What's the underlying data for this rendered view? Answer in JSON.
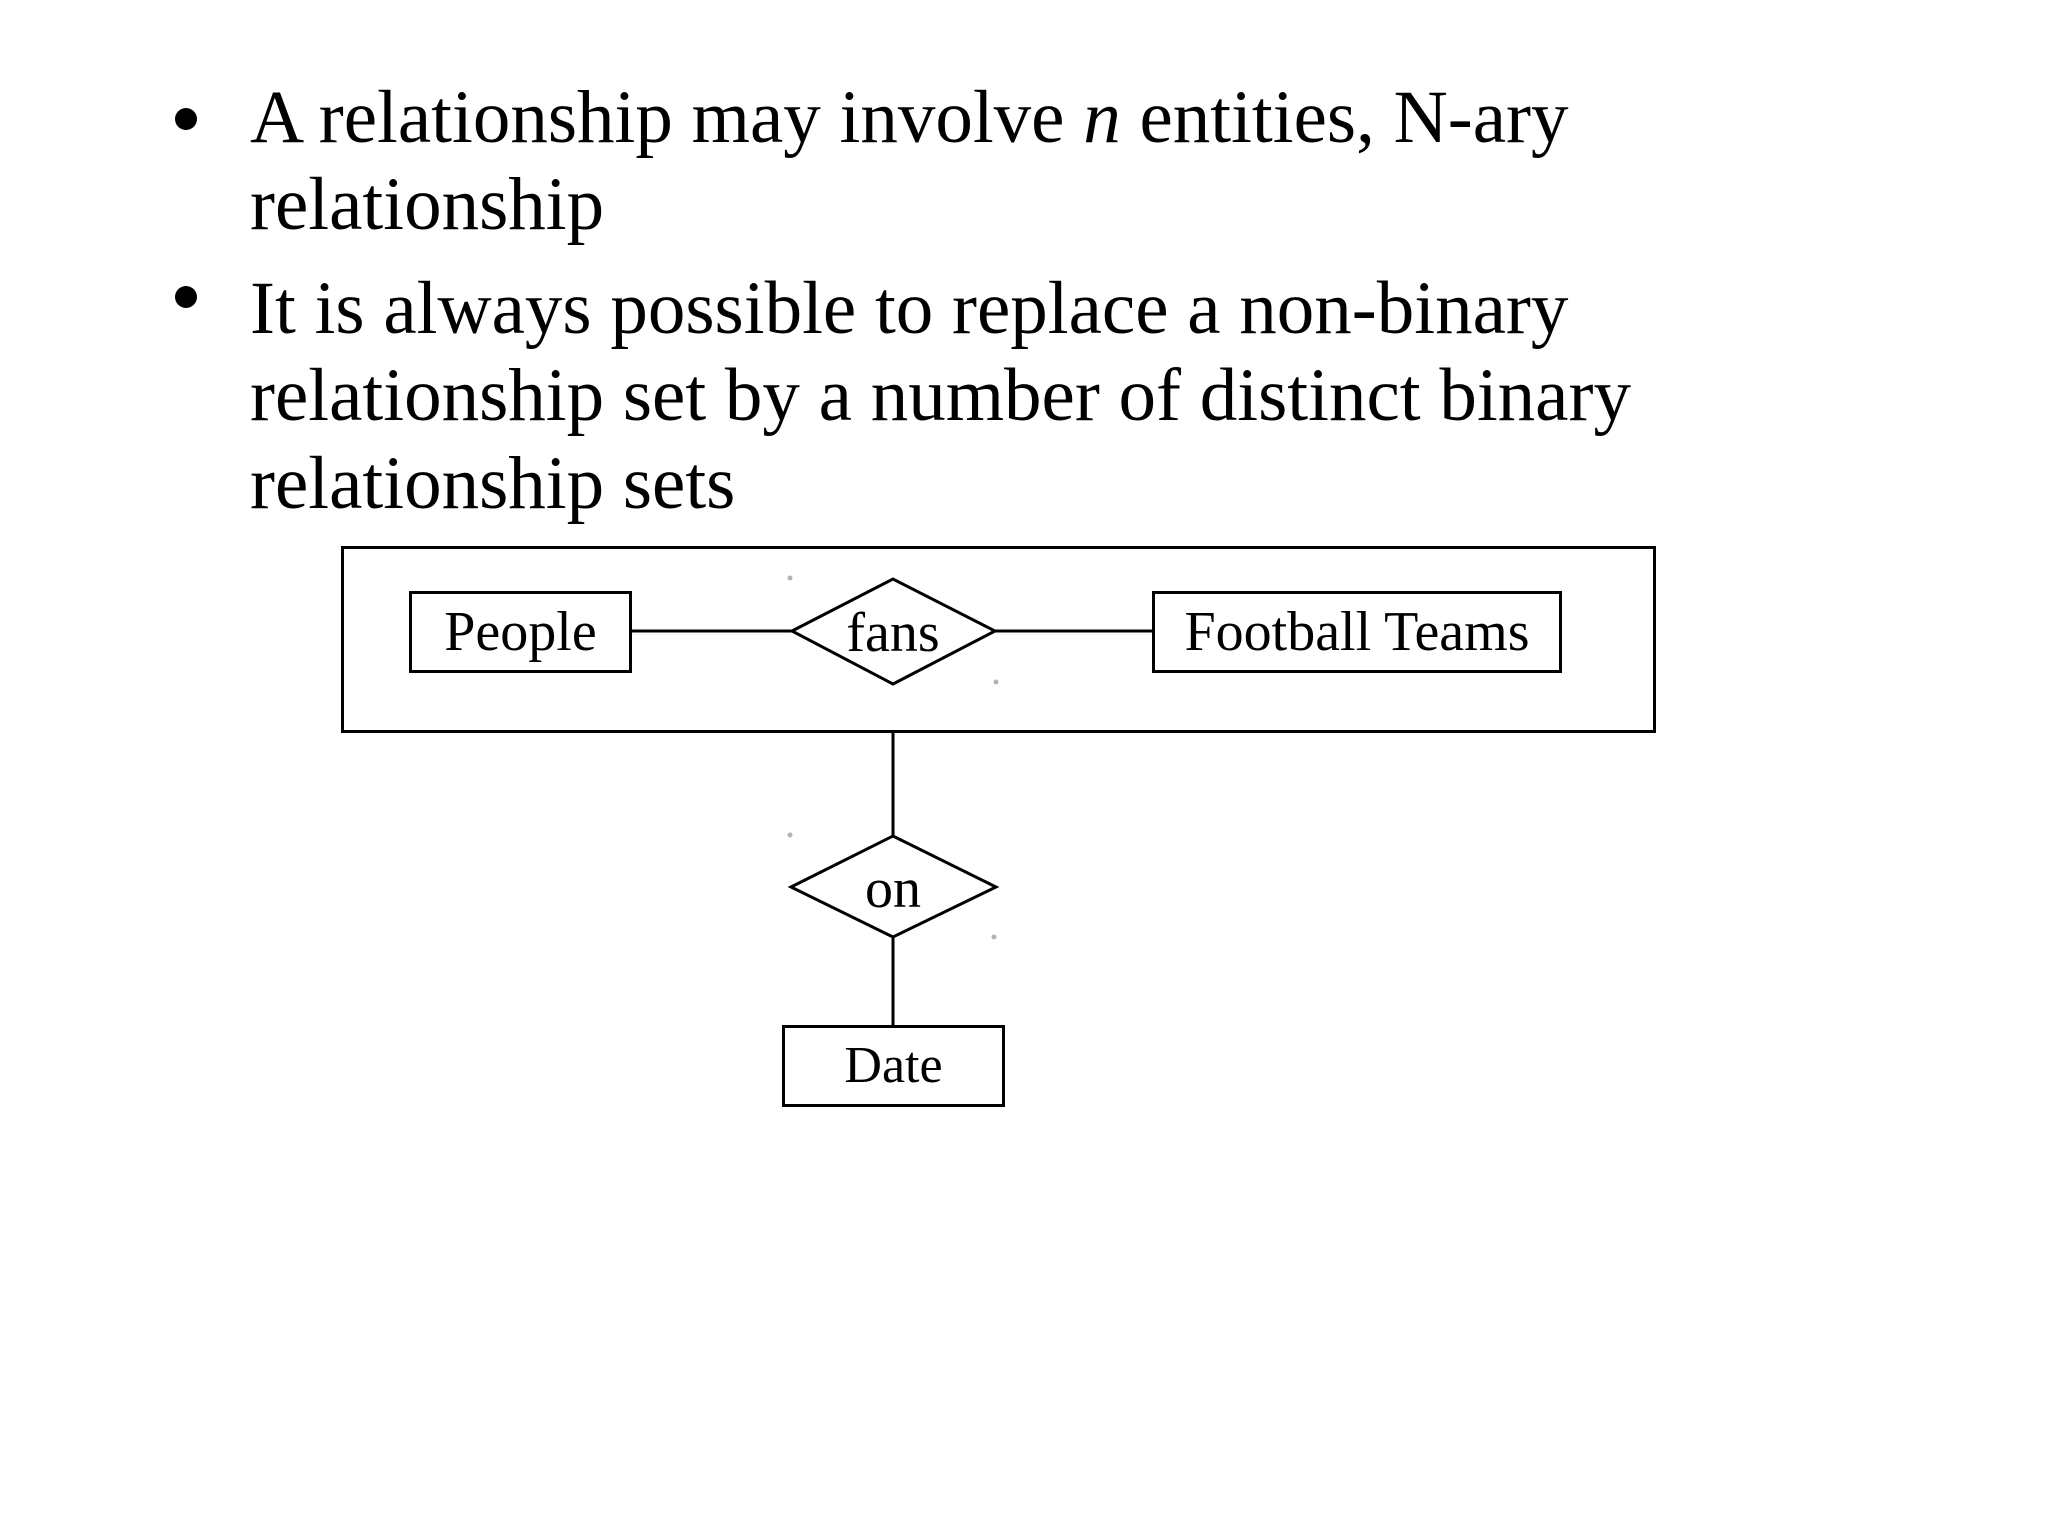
{
  "colors": {
    "background": "#ffffff",
    "ink": "#000000"
  },
  "bullets": {
    "b1": {
      "line1_pre": "A relationship may involve ",
      "line1_var": "n",
      "line1_post": " entities, N-ary",
      "line2": "relationship"
    },
    "b2": {
      "line1": "It is always possible to replace a non-binary",
      "line2": "relationship set by a number of distinct binary",
      "line3": "relationship sets"
    }
  },
  "diagram": {
    "entities": {
      "people": "People",
      "football_teams": "Football Teams",
      "date": "Date"
    },
    "relationships": {
      "fans": "fans",
      "on": "on"
    }
  }
}
